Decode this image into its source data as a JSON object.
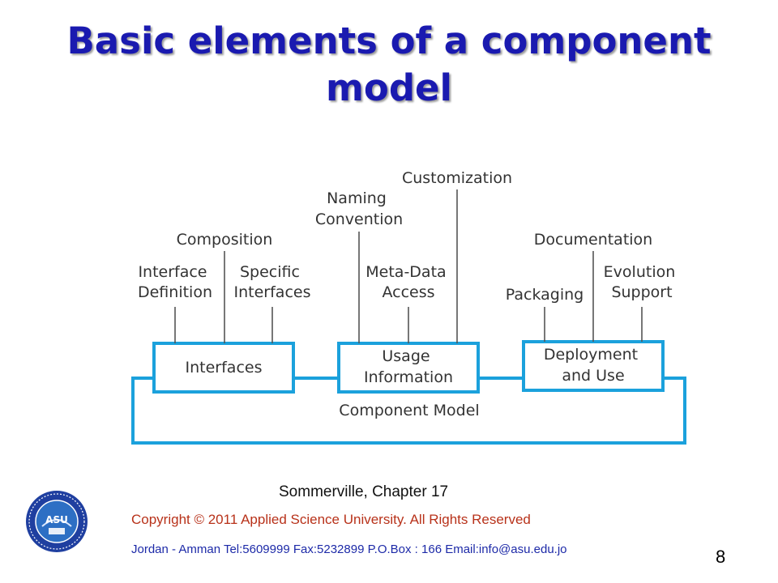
{
  "slide": {
    "title_line1": "Basic elements of a component",
    "title_line2": "model",
    "source": "Sommerville, Chapter 17",
    "copyright": "Copyright  © 2011 Applied Science University. All Rights Reserved",
    "contact": "Jordan - Amman Tel:5609999 Fax:5232899 P.O.Box : 166   Email:info@asu.edu.jo",
    "page_number": "8"
  },
  "diagram": {
    "outer": "Component Model",
    "boxes": {
      "interfaces": "Interfaces",
      "usage": [
        "Usage",
        "Information"
      ],
      "deployment": [
        "Deployment",
        "and Use"
      ]
    },
    "labels": {
      "interface_definition": [
        "Interface",
        "Definition"
      ],
      "composition": "Composition",
      "specific_interfaces": [
        "Specific",
        "Interfaces"
      ],
      "naming_convention": [
        "Naming",
        "Convention"
      ],
      "meta_data_access": [
        "Meta-Data",
        "Access"
      ],
      "customization": "Customization",
      "packaging": "Packaging",
      "documentation": "Documentation",
      "evolution_support": [
        "Evolution",
        "Support"
      ]
    }
  },
  "logo": {
    "center_text": "ASU",
    "colors": {
      "ring": "#1f3fa0",
      "inner": "#2d6fc4"
    }
  },
  "colors": {
    "title": "#1a1ab0",
    "box_stroke": "#1ba1dc",
    "copyright": "#b8321a",
    "contact": "#1d2aa8"
  }
}
